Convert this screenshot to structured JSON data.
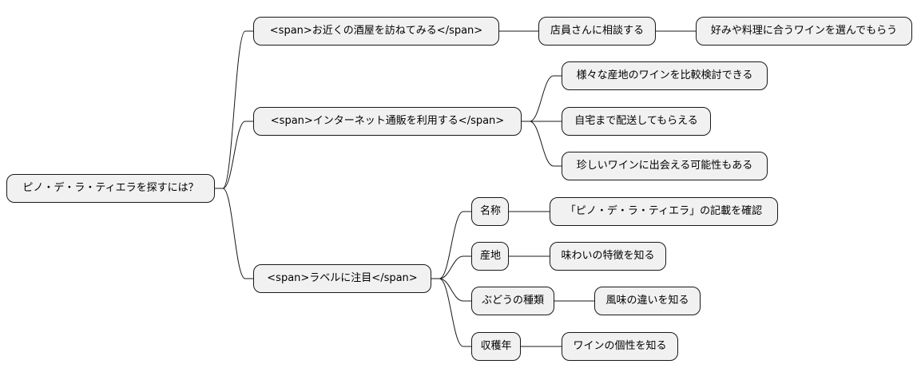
{
  "mindmap": {
    "root": {
      "label": "ピノ・デ・ラ・ティエラを探すには？"
    },
    "branches": [
      {
        "label": "<span>お近くの酒屋を訪ねてみる</span>",
        "children": [
          {
            "label": "店員さんに相談する",
            "children": [
              {
                "label": "好みや料理に合うワインを選んでもらう"
              }
            ]
          }
        ]
      },
      {
        "label": "<span>インターネット通販を利用する</span>",
        "children": [
          {
            "label": "様々な産地のワインを比較検討できる"
          },
          {
            "label": "自宅まで配送してもらえる"
          },
          {
            "label": "珍しいワインに出会える可能性もある"
          }
        ]
      },
      {
        "label": "<span>ラベルに注目</span>",
        "children": [
          {
            "label": "名称",
            "children": [
              {
                "label": "「ピノ・デ・ラ・ティエラ」の記載を確認"
              }
            ]
          },
          {
            "label": "産地",
            "children": [
              {
                "label": "味わいの特徴を知る"
              }
            ]
          },
          {
            "label": "ぶどうの種類",
            "children": [
              {
                "label": "風味の違いを知る"
              }
            ]
          },
          {
            "label": "収穫年",
            "children": [
              {
                "label": "ワインの個性を知る"
              }
            ]
          }
        ]
      }
    ]
  }
}
